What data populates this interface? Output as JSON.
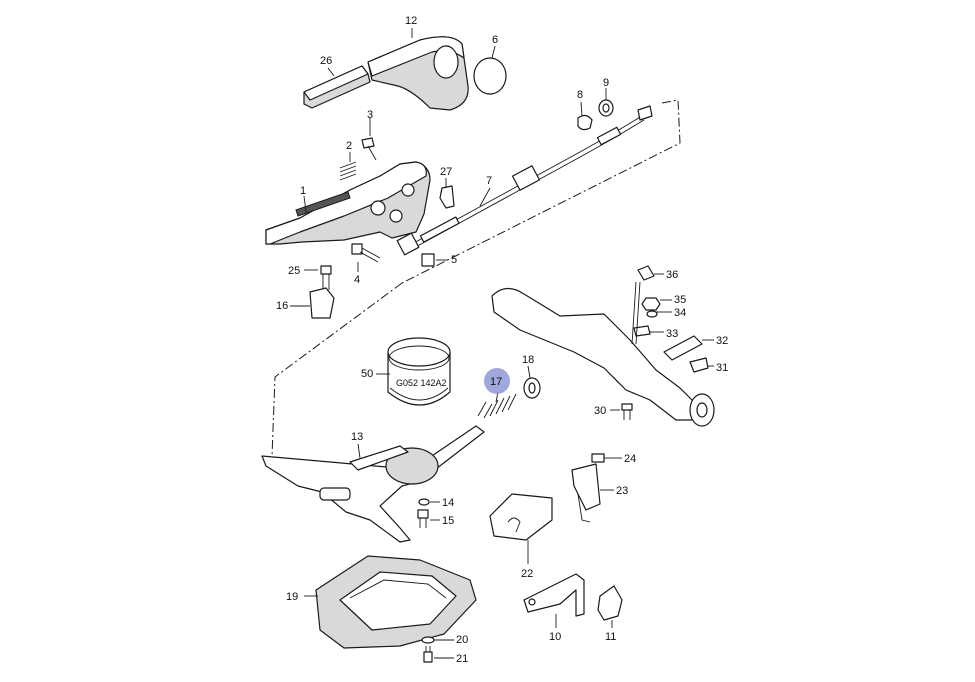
{
  "image_code": "G052 142A2",
  "highlight_color": "#8d99d6",
  "labels": {
    "l1": "1",
    "l2": "2",
    "l3": "3",
    "l4": "4",
    "l5": "5",
    "l6": "6",
    "l7": "7",
    "l8": "8",
    "l9": "9",
    "l10": "10",
    "l11": "11",
    "l12": "12",
    "l13": "13",
    "l14": "14",
    "l15": "15",
    "l16": "16",
    "l17": "17",
    "l18": "18",
    "l19": "19",
    "l20": "20",
    "l21": "21",
    "l22": "22",
    "l23": "23",
    "l24": "24",
    "l25": "25",
    "l26": "26",
    "l27": "27",
    "l30": "30",
    "l31": "31",
    "l32": "32",
    "l33": "33",
    "l34": "34",
    "l35": "35",
    "l36": "36",
    "l50": "50"
  }
}
